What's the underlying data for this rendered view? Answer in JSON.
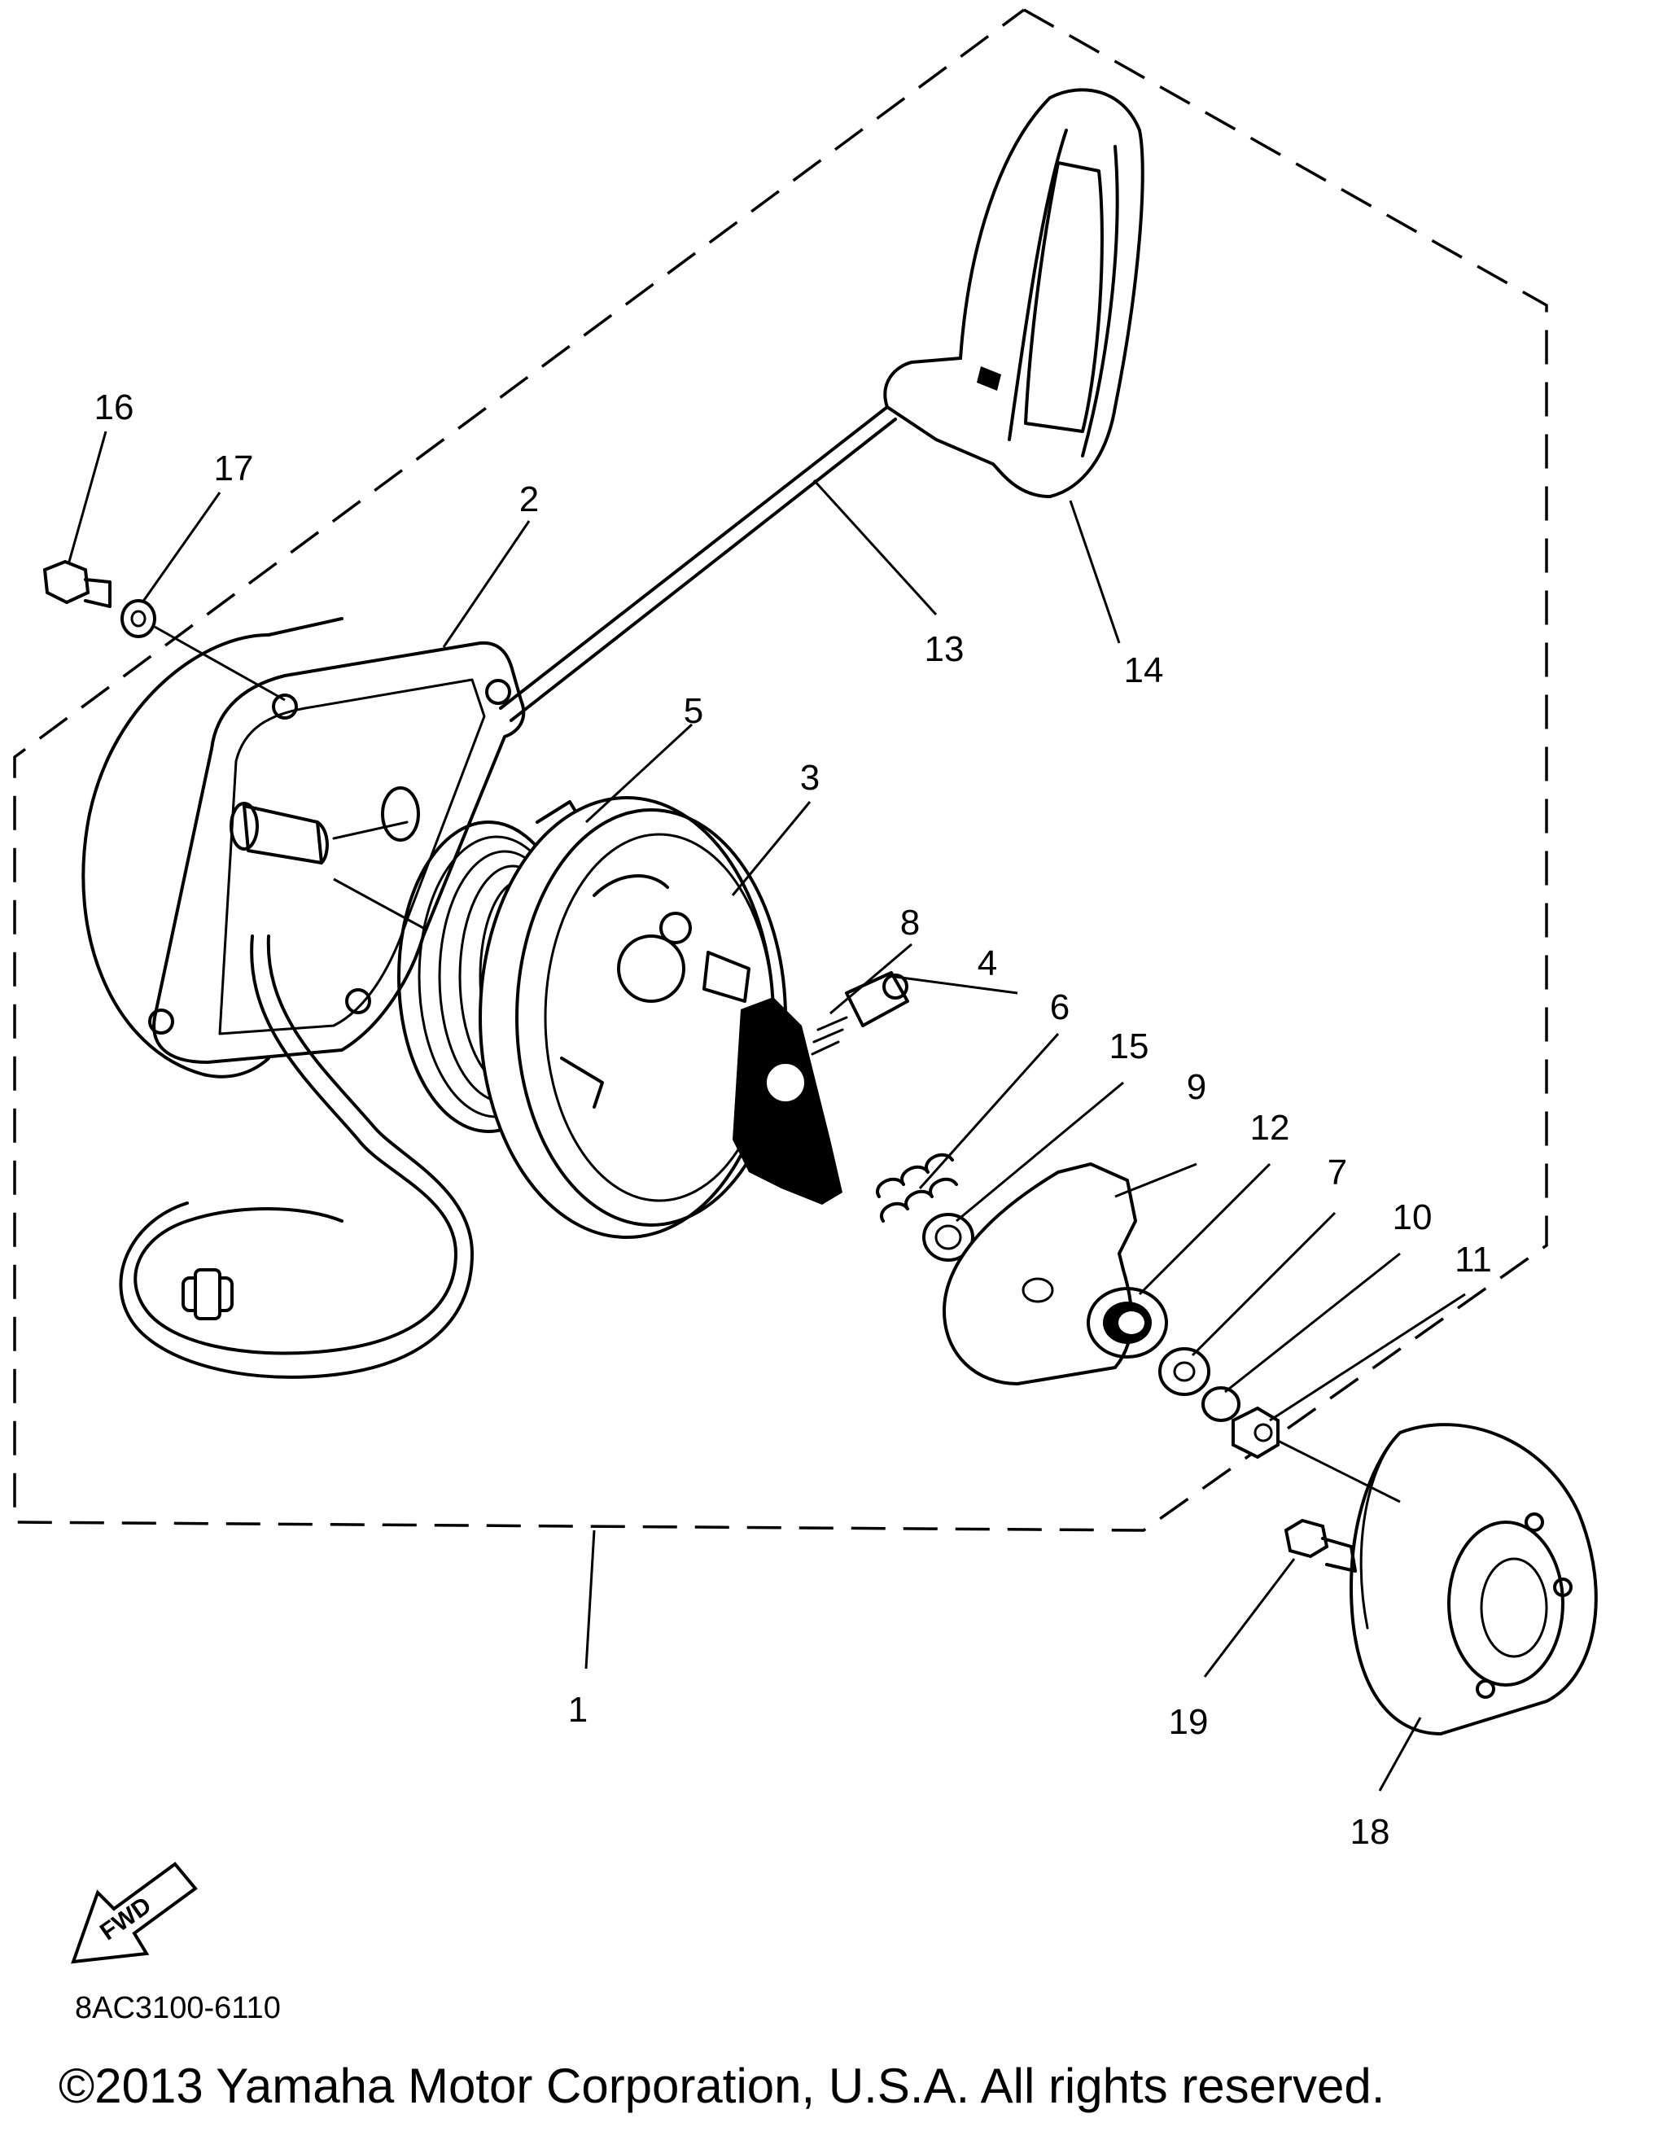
{
  "diagram": {
    "callouts": [
      {
        "id": "1",
        "label": "1"
      },
      {
        "id": "2",
        "label": "2"
      },
      {
        "id": "3",
        "label": "3"
      },
      {
        "id": "4",
        "label": "4"
      },
      {
        "id": "5",
        "label": "5"
      },
      {
        "id": "6",
        "label": "6"
      },
      {
        "id": "7",
        "label": "7"
      },
      {
        "id": "8",
        "label": "8"
      },
      {
        "id": "9",
        "label": "9"
      },
      {
        "id": "10",
        "label": "10"
      },
      {
        "id": "11",
        "label": "11"
      },
      {
        "id": "12",
        "label": "12"
      },
      {
        "id": "13",
        "label": "13"
      },
      {
        "id": "14",
        "label": "14"
      },
      {
        "id": "15",
        "label": "15"
      },
      {
        "id": "16",
        "label": "16"
      },
      {
        "id": "17",
        "label": "17"
      },
      {
        "id": "18",
        "label": "18"
      },
      {
        "id": "19",
        "label": "19"
      }
    ],
    "fwd_label": "FWD",
    "diagram_code": "8AC3100-6110"
  },
  "footer": {
    "copyright": "©2013 Yamaha Motor Corporation, U.S.A. All rights reserved."
  }
}
